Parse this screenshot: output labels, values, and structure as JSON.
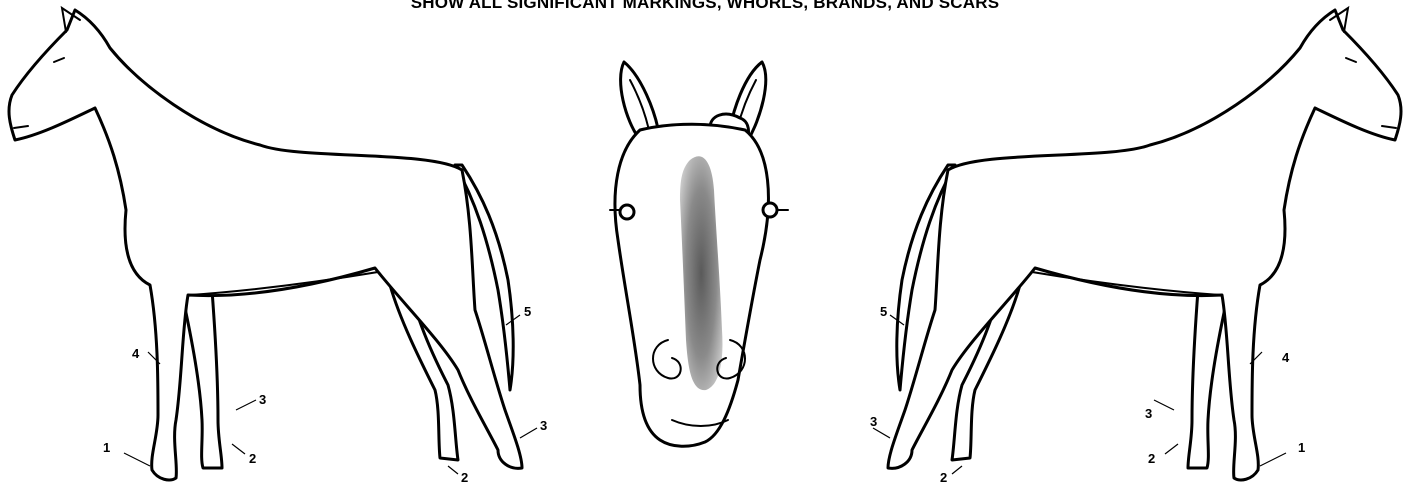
{
  "header": {
    "instruction": "SHOW ALL SIGNIFICANT MARKINGS, WHORLS, BRANDS, AND SCARS"
  },
  "colors": {
    "ink": "#000000",
    "marking": "#8a8a8a",
    "background": "#ffffff"
  },
  "left_view": {
    "labels": {
      "forehoof": "1",
      "front_pastern": "2",
      "front_cannon": "3",
      "forearm": "4",
      "tail": "5",
      "hind_cannon": "3",
      "hind_pastern": "2"
    }
  },
  "head_view": {
    "marking": "blaze"
  },
  "right_view": {
    "labels": {
      "forehoof": "1",
      "front_pastern": "2",
      "front_cannon": "3",
      "forearm": "4",
      "tail": "5",
      "hind_cannon": "3",
      "hind_pastern": "2"
    }
  }
}
